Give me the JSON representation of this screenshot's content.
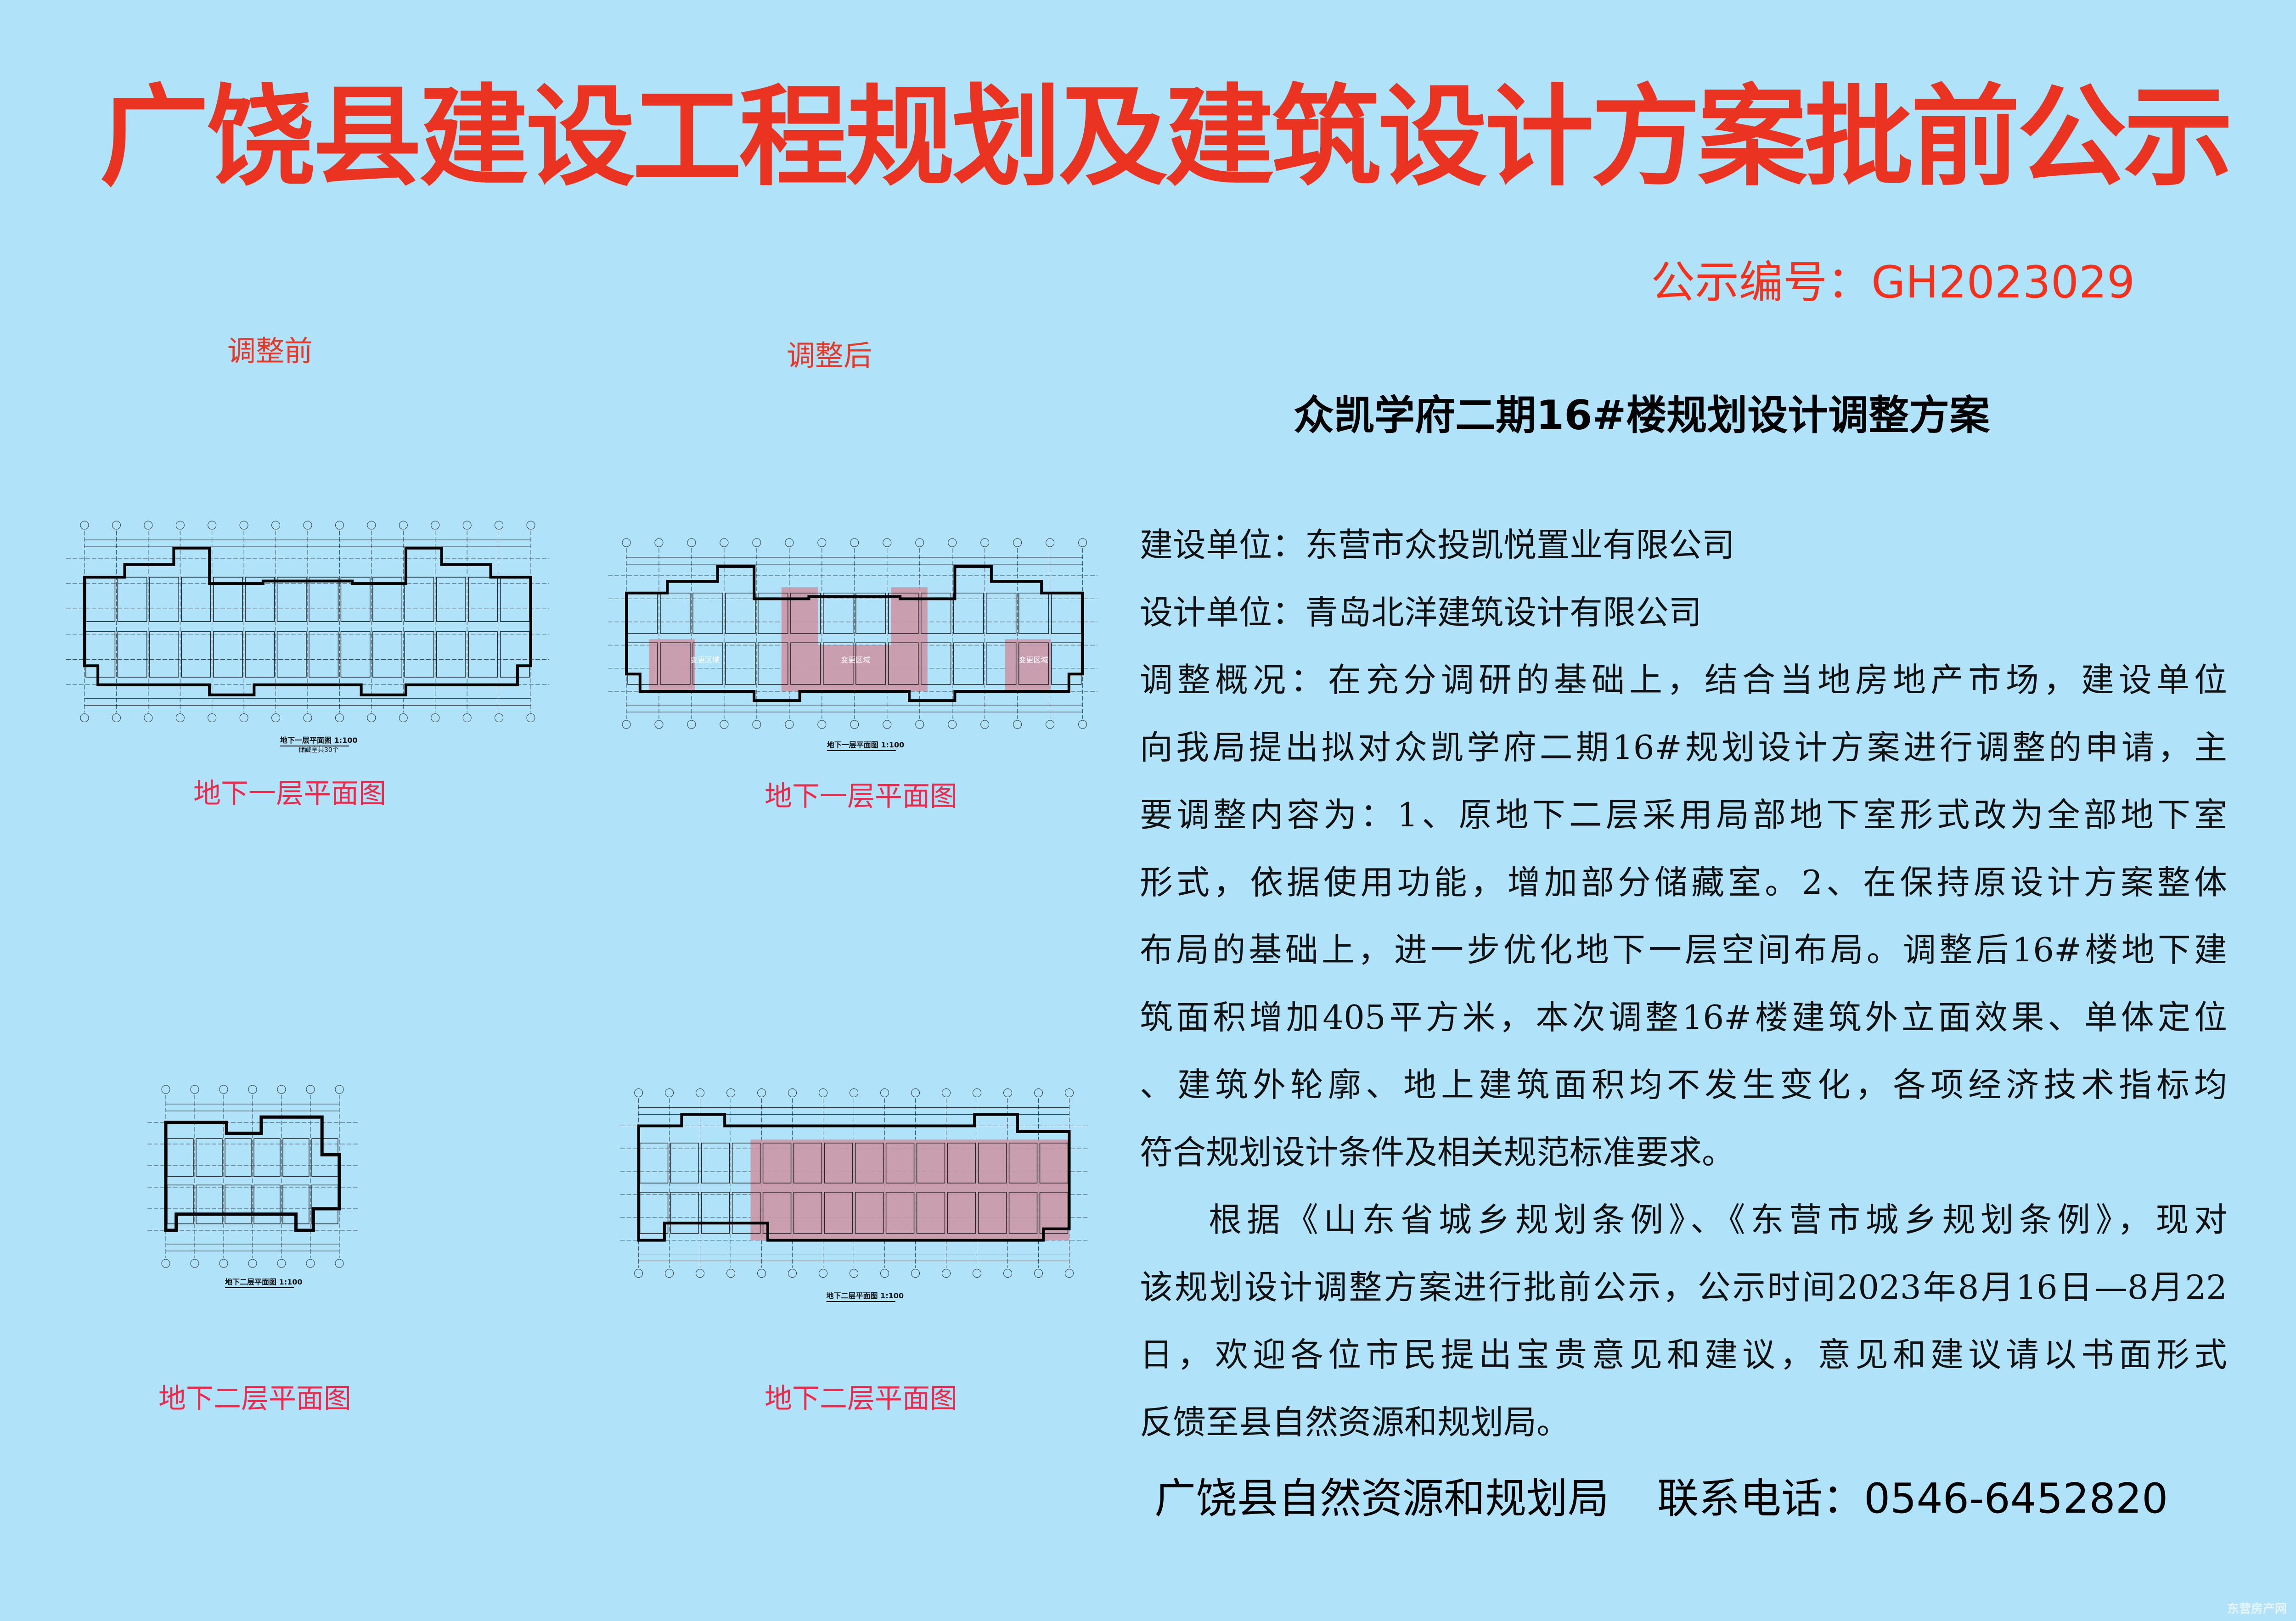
{
  "header": {
    "title": "广饶县建设工程规划及建筑设计方案批前公示",
    "notice_number": "公示编号：GH2023029"
  },
  "labels": {
    "before": "调整前",
    "after": "调整后"
  },
  "plans": [
    {
      "caption": "地下一层平面图",
      "drawing_title": "地下一层平面图 1:100",
      "note": "储藏室共30个",
      "state": "before"
    },
    {
      "caption": "地下一层平面图",
      "drawing_title": "地下一层平面图 1:100",
      "note": "变更区域",
      "state": "after"
    },
    {
      "caption": "地下二层平面图",
      "drawing_title": "地下二层平面图 1:100",
      "note": "",
      "state": "before"
    },
    {
      "caption": "地下二层平面图",
      "drawing_title": "地下二层平面图 1:100",
      "note": "",
      "state": "after"
    }
  ],
  "content": {
    "subtitle": "众凯学府二期16#楼规划设计调整方案",
    "lines": [
      "建设单位：东营市众投凯悦置业有限公司",
      "设计单位：青岛北洋建筑设计有限公司",
      "调整概况：在充分调研的基础上，结合当地房地产市场，建设单位",
      "向我局提出拟对众凯学府二期16#规划设计方案进行调整的申请，主",
      "要调整内容为：1、原地下二层采用局部地下室形式改为全部地下室",
      "形式，依据使用功能，增加部分储藏室。2、在保持原设计方案整体",
      "布局的基础上，进一步优化地下一层空间布局。调整后16#楼地下建",
      "筑面积增加405平方米，本次调整16#楼建筑外立面效果、单体定位",
      "、建筑外轮廓、地上建筑面积均不发生变化，各项经济技术指标均",
      "符合规划设计条件及相关规范标准要求。",
      "根据《山东省城乡规划条例》、《东营市城乡规划条例》，现对",
      "该规划设计调整方案进行批前公示，公示时间2023年8月16日—8月22",
      "日，欢迎各位市民提出宝贵意见和建议，意见和建议请以书面形式",
      "反馈至县自然资源和规划局。"
    ]
  },
  "footer": {
    "agency": "广饶县自然资源和规划局",
    "contact": "联系电话：0546-6452820"
  },
  "watermark": "东营房产网",
  "colors": {
    "background": "#b0e3fa",
    "title": "#ea3320",
    "caption": "#f0284a",
    "changed_area": "#cc96a6"
  }
}
